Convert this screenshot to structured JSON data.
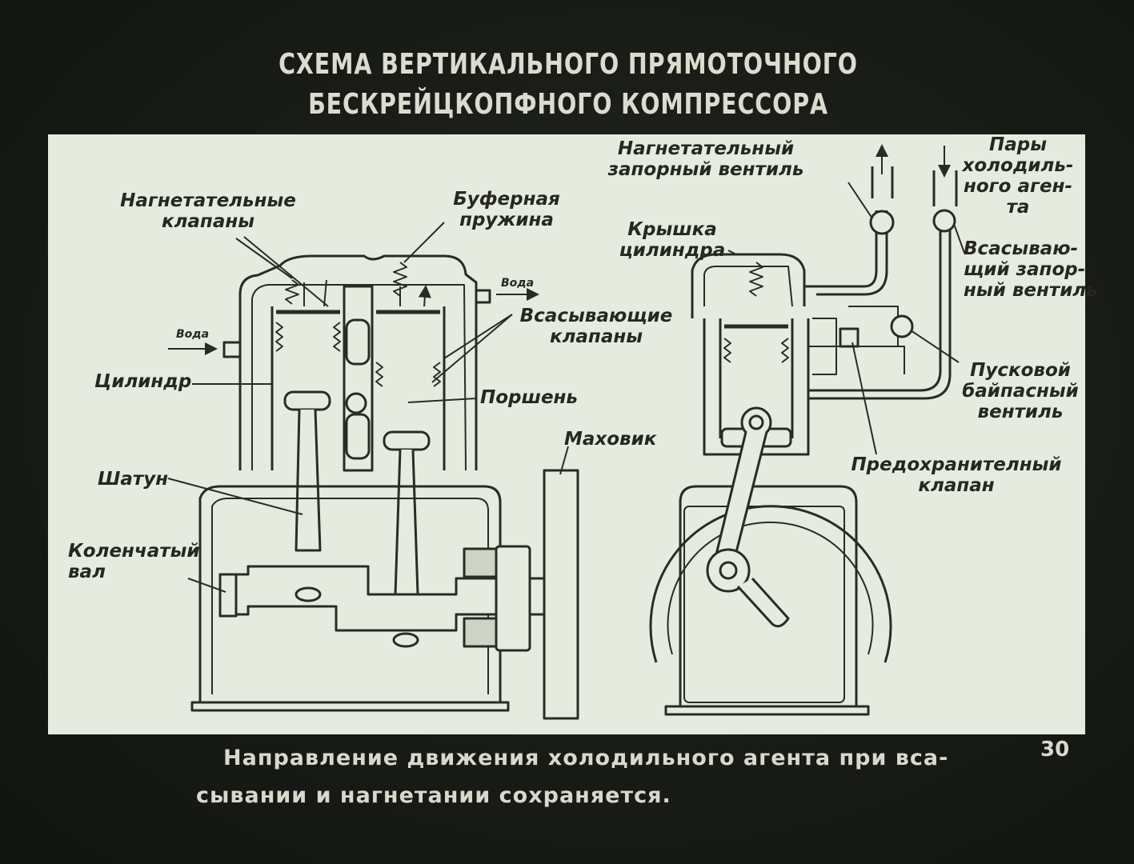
{
  "title": [
    "СХЕМА ВЕРТИКАЛЬНОГО ПРЯМОТОЧНОГО",
    "БЕСКРЕЙЦКОПФНОГО КОМПРЕССОРА"
  ],
  "labels": {
    "discharge_valves": "Нагнетательные\nклапаны",
    "buffer_spring": "Буферная\nпружина",
    "suction_valves": "Всасывающие\nклапаны",
    "water": "Вода",
    "cylinder": "Цилиндр",
    "piston": "Поршень",
    "flywheel": "Маховик",
    "connecting_rod": "Шатун",
    "crankshaft": "Коленчатый\nвал",
    "discharge_stop_valve": "Нагнетательный\nзапорный вентиль",
    "cylinder_cover": "Крышка\nцилиндра",
    "refrigerant_vapor": "Пары\nхолодиль-\nного аген-\nта",
    "suction_stop_valve": "Всасываю-\nщий запор-\nный вентиль",
    "bypass_valve": "Пусковой\nбайпасный\nвентиль",
    "safety_valve": "Предохранителный\nклапан"
  },
  "caption": [
    "Направление движения холодильного агента при вса-",
    "сывании и нагнетании сохраняется."
  ],
  "slide_number": "30"
}
